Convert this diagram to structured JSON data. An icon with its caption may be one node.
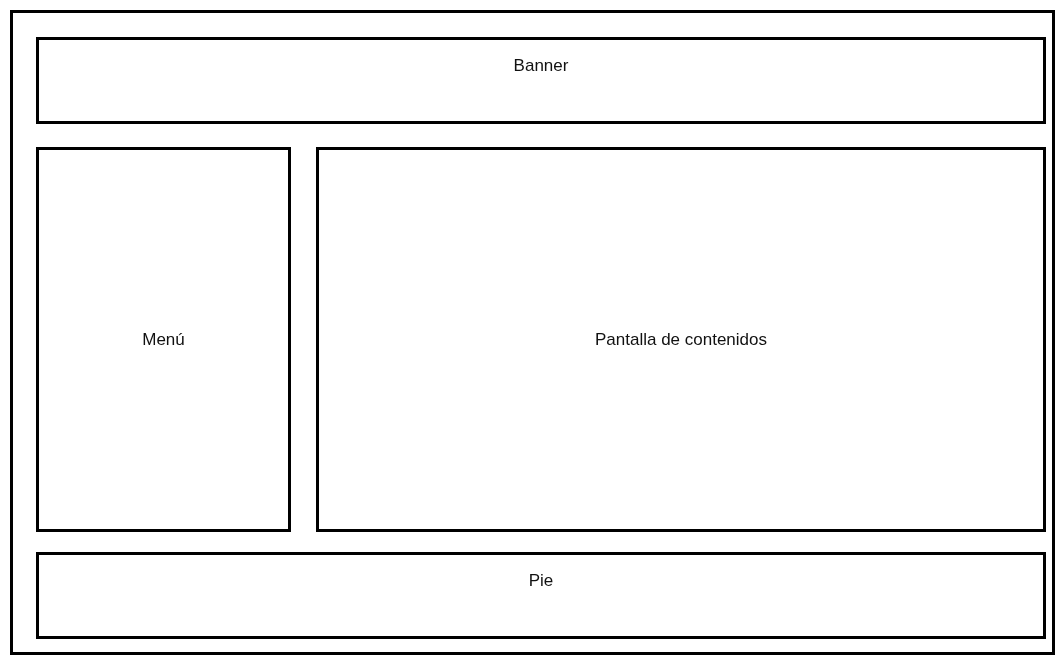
{
  "diagram": {
    "nodes": [
      {
        "text": [],
        "shape": "box"
      },
      {
        "text": [
          "Banner"
        ],
        "in": 0
      },
      {
        "text": [
          "Menú"
        ],
        "in": 0
      },
      {
        "text": [
          "Pantalla de contenidos"
        ],
        "in": 0
      },
      {
        "text": [
          "Pie"
        ],
        "in": 0
      }
    ],
    "edges": []
  }
}
